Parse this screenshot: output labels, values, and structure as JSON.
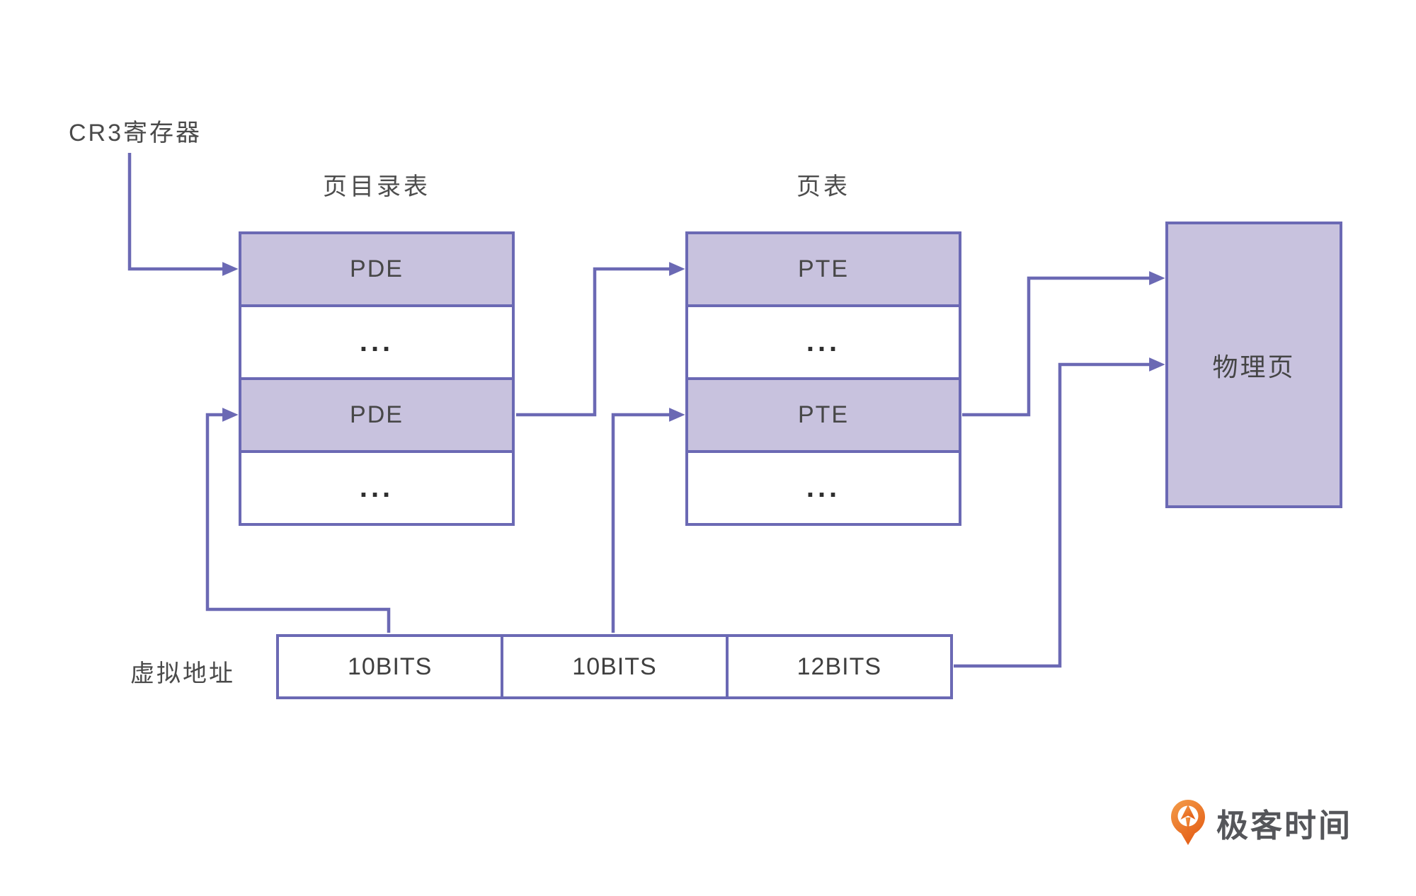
{
  "diagram": {
    "cr3_label": "CR3寄存器",
    "page_directory": {
      "title": "页目录表",
      "rows": [
        {
          "label": "PDE",
          "shaded": true
        },
        {
          "label": "...",
          "shaded": false
        },
        {
          "label": "PDE",
          "shaded": true
        },
        {
          "label": "...",
          "shaded": false
        }
      ]
    },
    "page_table": {
      "title": "页表",
      "rows": [
        {
          "label": "PTE",
          "shaded": true
        },
        {
          "label": "...",
          "shaded": false
        },
        {
          "label": "PTE",
          "shaded": true
        },
        {
          "label": "...",
          "shaded": false
        }
      ]
    },
    "physical_page_label": "物理页",
    "virtual_address": {
      "label": "虚拟地址",
      "segments": [
        {
          "label": "10BITS"
        },
        {
          "label": "10BITS"
        },
        {
          "label": "12BITS"
        }
      ]
    },
    "colors": {
      "accent": "#6B69B4",
      "shaded_fill": "#C8C2DE",
      "label_text": "#4A4A4A",
      "logo_orange": "#E8641C",
      "logo_text_gray": "#55565A"
    },
    "logo": {
      "icon": "geektime-pin-icon",
      "text": "极客时间"
    }
  }
}
